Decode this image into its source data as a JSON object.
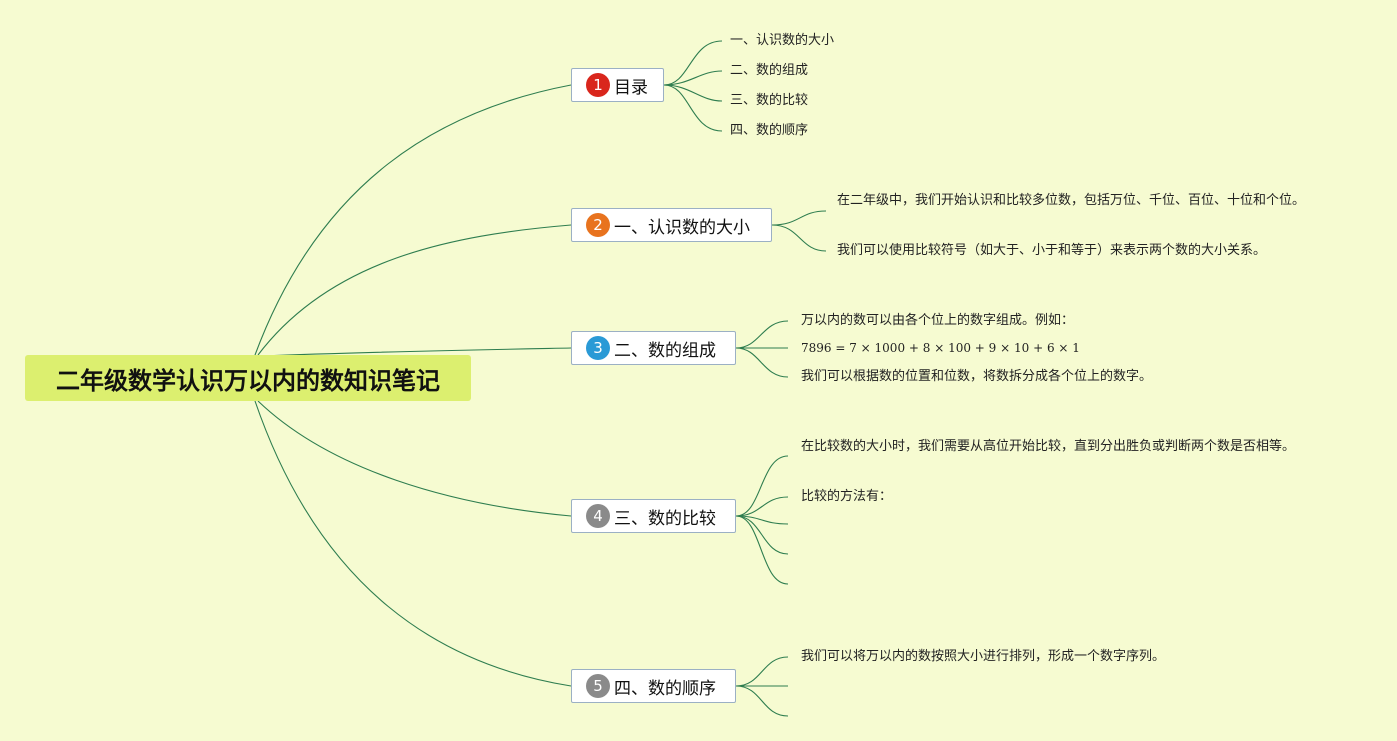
{
  "root": {
    "title": "二年级数学认识万以内的数知识笔记"
  },
  "topics": [
    {
      "number": "1",
      "badge_color": "#d9261c",
      "label": "目录",
      "leaves": [
        "一、认识数的大小",
        "二、数的组成",
        "三、数的比较",
        "四、数的顺序"
      ]
    },
    {
      "number": "2",
      "badge_color": "#e8731e",
      "label": "一、认识数的大小",
      "leaves": [
        "在二年级中，我们开始认识和比较多位数，包括万位、千位、百位、十位和个位。",
        "我们可以使用比较符号（如大于、小于和等于）来表示两个数的大小关系。"
      ]
    },
    {
      "number": "3",
      "badge_color": "#2a9ad6",
      "label": "二、数的组成",
      "leaves": [
        "万以内的数可以由各个位上的数字组成。例如：",
        "7896 = 7 × 1000 + 8 × 100 + 9 × 10 + 6 × 1",
        "我们可以根据数的位置和位数，将数拆分成各个位上的数字。"
      ]
    },
    {
      "number": "4",
      "badge_color": "#8a8a8a",
      "label": "三、数的比较",
      "leaves": [
        "在比较数的大小时，我们需要从高位开始比较，直到分出胜负或判断两个数是否相等。",
        "比较的方法有：",
        "",
        "",
        ""
      ]
    },
    {
      "number": "5",
      "badge_color": "#8a8a8a",
      "label": "四、数的顺序",
      "leaves": [
        "我们可以将万以内的数按照大小进行排列，形成一个数字序列。",
        "",
        ""
      ]
    }
  ]
}
